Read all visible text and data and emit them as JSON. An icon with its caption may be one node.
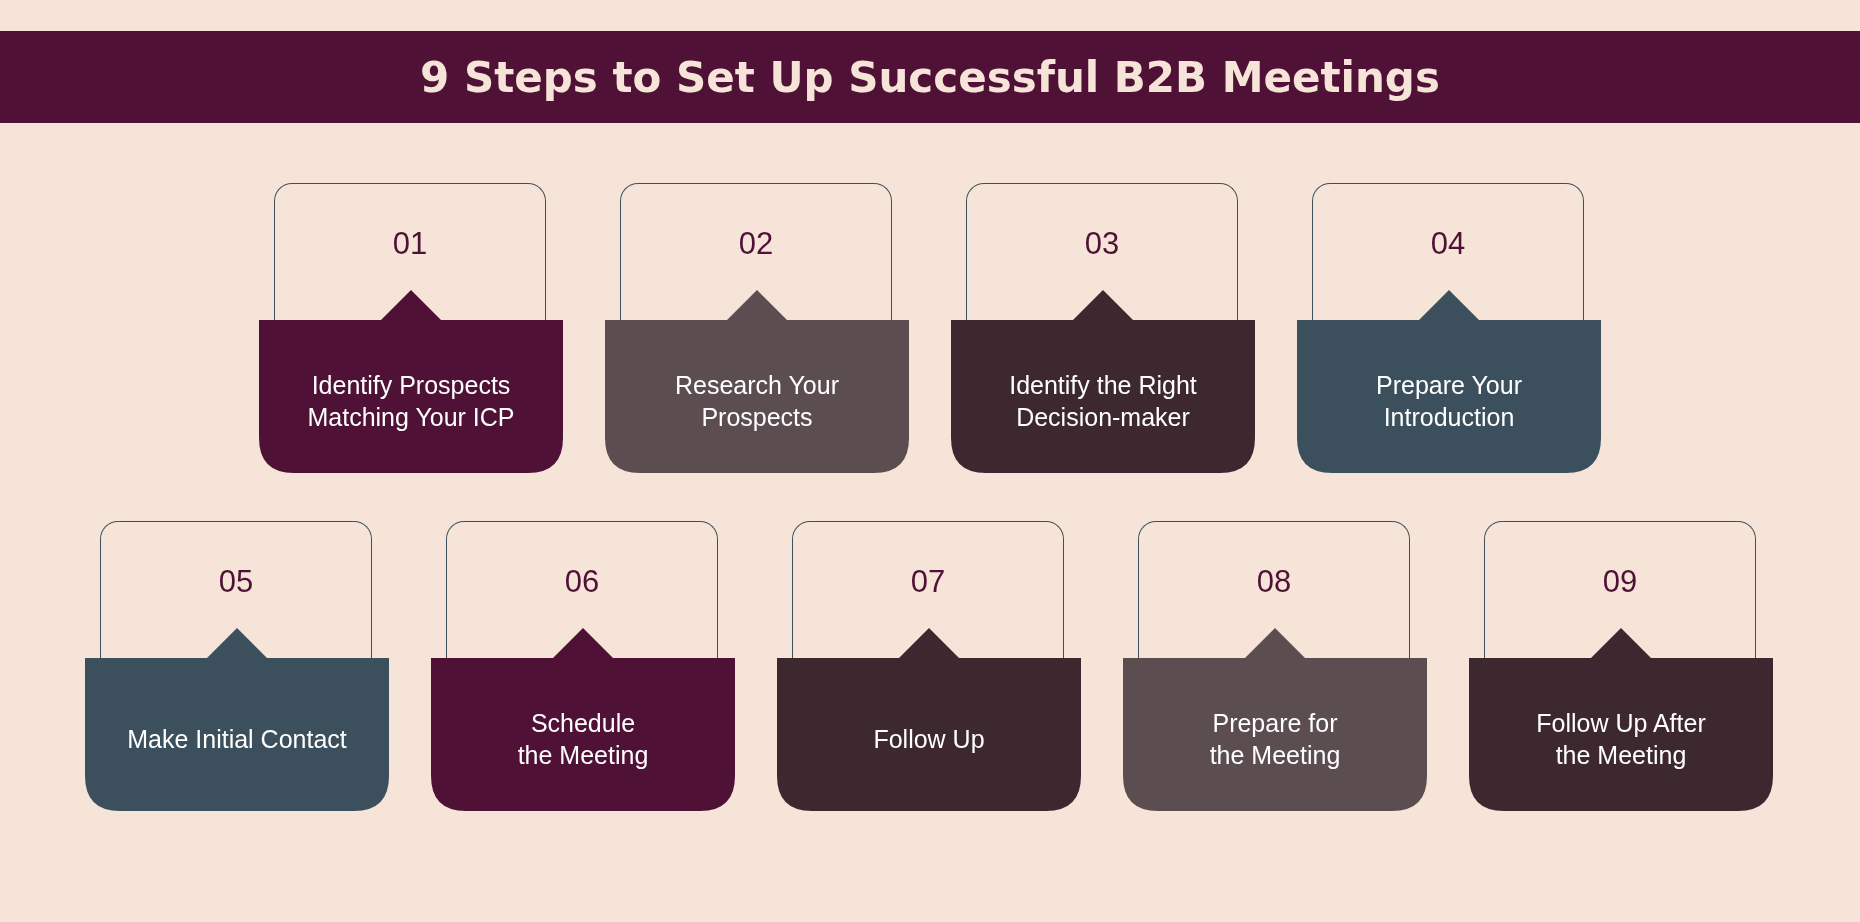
{
  "diagram": {
    "title": "9 Steps to Set Up Successful B2B Meetings",
    "nodes": [
      {
        "text": [
          "01",
          "Identify Prospects Matching Your ICP"
        ]
      },
      {
        "text": [
          "02",
          "Research Your Prospects"
        ]
      },
      {
        "text": [
          "03",
          "Identify the Right Decision-maker"
        ]
      },
      {
        "text": [
          "04",
          "Prepare Your Introduction"
        ]
      },
      {
        "text": [
          "05",
          "Make Initial Contact"
        ]
      },
      {
        "text": [
          "06",
          "Schedule the Meeting"
        ]
      },
      {
        "text": [
          "07",
          "Follow Up"
        ]
      },
      {
        "text": [
          "08",
          "Prepare for the Meeting"
        ]
      },
      {
        "text": [
          "09",
          "Follow Up After the Meeting"
        ]
      }
    ]
  }
}
